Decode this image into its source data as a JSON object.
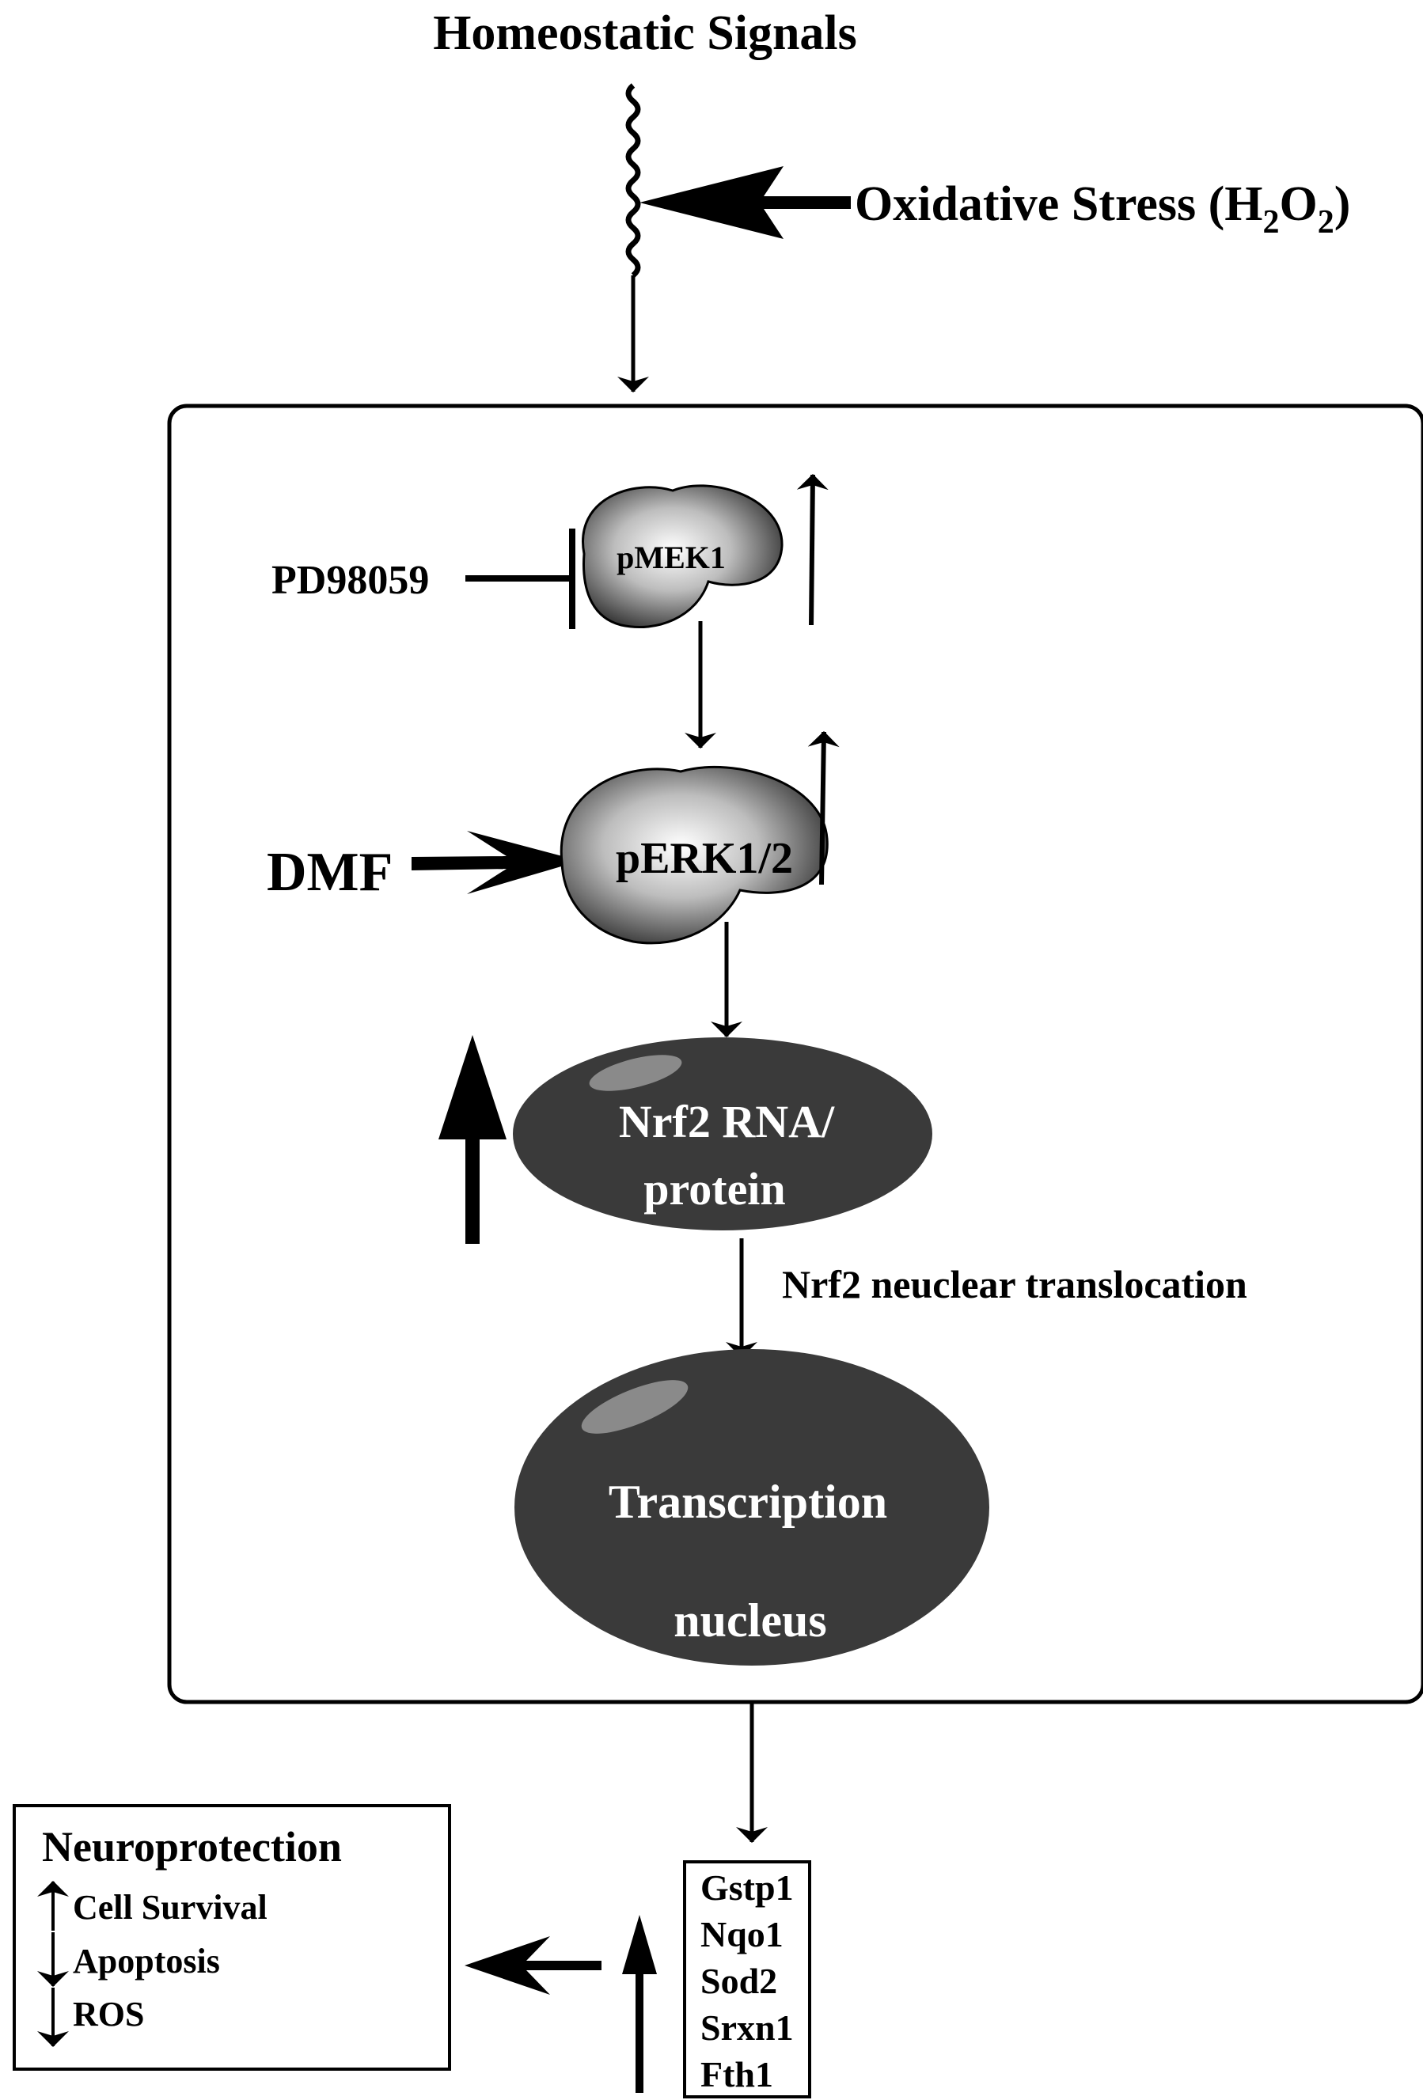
{
  "title": "Homeostatic Signals",
  "stimulus": {
    "label": "Oxidative Stress (H",
    "sub1": "2",
    "mid": "O",
    "sub2": "2",
    "close": ")"
  },
  "inhibitor": "PD98059",
  "activator": "DMF",
  "proteins": {
    "mek": "pMEK1",
    "erk": "pERK1/2"
  },
  "nrf2": {
    "line1": "Nrf2 RNA/",
    "line2": "protein"
  },
  "translocation": "Nrf2 neuclear translocation",
  "nucleus": {
    "line1": "Transcription",
    "line2": "nucleus"
  },
  "genes": [
    "Gstp1",
    "Nqo1",
    "Sod2",
    "Srxn1",
    "Fth1"
  ],
  "outcome": {
    "title": "Neuroprotection",
    "items": [
      {
        "direction": "up",
        "label": "Cell Survival"
      },
      {
        "direction": "down",
        "label": "Apoptosis"
      },
      {
        "direction": "down",
        "label": "ROS"
      }
    ]
  },
  "colors": {
    "cell_body": "#3a3a3a",
    "highlight": "#8a8a8a",
    "outline": "#000000"
  }
}
